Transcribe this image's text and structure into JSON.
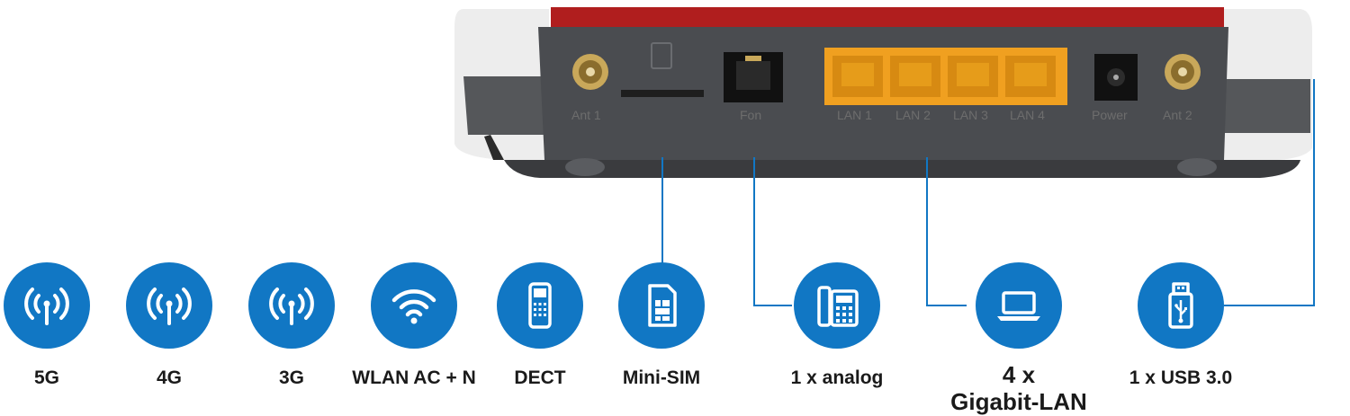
{
  "features": [
    {
      "id": "5g",
      "label": "5G",
      "icon": "antenna-icon"
    },
    {
      "id": "4g",
      "label": "4G",
      "icon": "antenna-icon"
    },
    {
      "id": "3g",
      "label": "3G",
      "icon": "antenna-icon"
    },
    {
      "id": "wlan",
      "label": "WLAN AC + N",
      "icon": "wifi-icon"
    },
    {
      "id": "dect",
      "label": "DECT",
      "icon": "cordless-phone-icon"
    },
    {
      "id": "minisim",
      "label": "Mini-SIM",
      "icon": "sim-card-icon"
    },
    {
      "id": "analog",
      "label": "1 x analog",
      "icon": "desk-phone-icon"
    },
    {
      "id": "lan",
      "label_line1": "4 x",
      "label_line2": "Gigabit-LAN",
      "icon": "laptop-icon"
    },
    {
      "id": "usb",
      "label": "1 x USB 3.0",
      "icon": "usb-stick-icon"
    }
  ],
  "ports": {
    "ant1": "Ant 1",
    "fon": "Fon",
    "lan1": "LAN 1",
    "lan2": "LAN 2",
    "lan3": "LAN 3",
    "lan4": "LAN 4",
    "power": "Power",
    "ant2": "Ant 2"
  },
  "colors": {
    "accent": "#1177c4",
    "router_body": "#4a4c50",
    "router_top": "#b01e1e",
    "lan_port": "#f0a020"
  }
}
